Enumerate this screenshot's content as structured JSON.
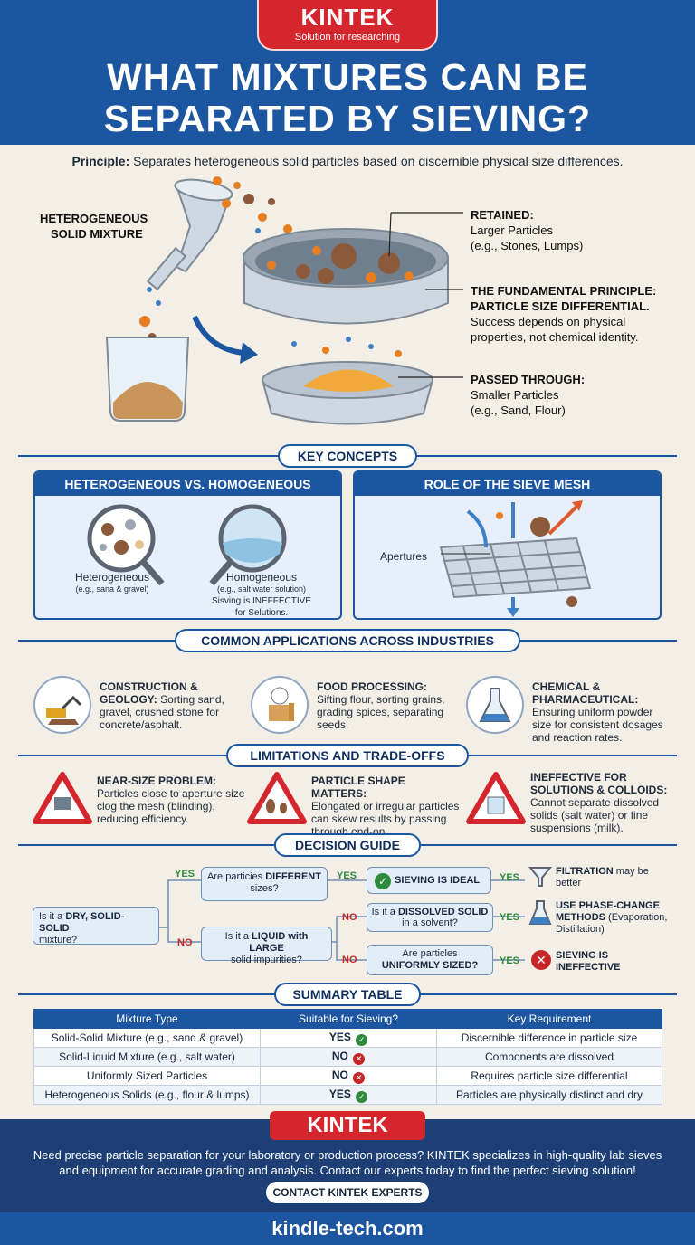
{
  "brand": {
    "name": "KINTEK",
    "tagline": "Solution for researching"
  },
  "title": {
    "line1": "WHAT MIXTURES CAN BE",
    "line2": "SEPARATED BY SIEVING?"
  },
  "principle": {
    "label": "Principle:",
    "text": " Separates heterogeneous solid particles based on discernible physical size differences."
  },
  "hero": {
    "mixture_label_1": "HETEROGENEOUS",
    "mixture_label_2": "SOLID MIXTURE",
    "retained_title": "RETAINED:",
    "retained_line1": "Larger Particles",
    "retained_line2": "(e.g., Stones, Lumps)",
    "principle_title1": "THE FUNDAMENTAL PRINCIPLE:",
    "principle_title2": "PARTICLE SIZE DIFFERENTIAL.",
    "principle_line1": "Success depends on physical",
    "principle_line2": "properties, not chemical identity.",
    "passed_title": "PASSED THROUGH:",
    "passed_line1": "Smaller Particles",
    "passed_line2": "(e.g., Sand, Flour)"
  },
  "key_concepts": {
    "heading": "KEY CONCEPTS",
    "box1": {
      "title": "HETEROGENEOUS VS. HOMOGENEOUS",
      "hetero_label": "Heterogeneous",
      "hetero_example": "(e.g., sana & gravel)",
      "homo_label": "Homogeneous",
      "homo_example": "(e.g., salt water solution)",
      "homo_note1": "Sisving is INEFFECTIVE",
      "homo_note2": "for Selutions."
    },
    "box2": {
      "title": "ROLE OF THE SIEVE MESH",
      "apertures": "Apertures"
    }
  },
  "applications": {
    "heading": "COMMON APPLICATIONS ACROSS INDUSTRIES",
    "items": [
      {
        "title": "CONSTRUCTION &",
        "title2": "GEOLOGY:",
        "text": " Sorting sand, gravel, crushed stone for concrete/asphalt."
      },
      {
        "title": "FOOD PROCESSING:",
        "text": "Sifting flour, sorting grains, grading spices, separating seeds."
      },
      {
        "title": "CHEMICAL &",
        "title2": "PHARMACEUTICAL:",
        "text": "Ensuring uniform powder size for consistent dosages and reaction rates."
      }
    ]
  },
  "limitations": {
    "heading": "LIMITATIONS AND TRADE-OFFS",
    "items": [
      {
        "title": "NEAR-SIZE PROBLEM:",
        "text": "Particles close to aperture size clog the mesh (blinding), reducing efficiency."
      },
      {
        "title": "PARTICLE SHAPE MATTERS:",
        "text": "Elongated or irregular particles can skew results by passing through end-on."
      },
      {
        "title": "INEFFECTIVE FOR SOLUTIONS & COLLOIDS:",
        "text": "Cannot separate dissolved solids (salt water) or fine suspensions (milk)."
      }
    ]
  },
  "decision": {
    "heading": "DECISION GUIDE",
    "start_a": "Is it a ",
    "start_b": "DRY, SOLID-SOLID",
    "start_c": "mixture?",
    "q_diff_a": "Are particies ",
    "q_diff_b": "DIFFERENT",
    "q_diff_c": "sizes?",
    "ideal": "SIEVING IS IDEAL",
    "filtration_a": "FILTRATION",
    "filtration_b": " may be better",
    "q_liquid_a": "Is it a ",
    "q_liquid_b": "LIQUID with LARGE",
    "q_liquid_c": "solid impurities?",
    "q_dissolved_a": "Is it a ",
    "q_dissolved_b": "DISSOLVED SOLID",
    "q_dissolved_c": "in a solvent?",
    "phase_a": "USE PHASE-CHANGE METHODS",
    "phase_b": " (Evaporation, Distillation)",
    "q_uniform_a": "Are particles",
    "q_uniform_b": "UNIFORMLY SIZED?",
    "ineffective": "SIEVING IS INEFFECTIVE",
    "yes": "YES",
    "no": "NO"
  },
  "summary": {
    "heading": "SUMMARY TABLE",
    "columns": [
      "Mixture Type",
      "Suitable for Sieving?",
      "Key Requirement"
    ],
    "rows": [
      {
        "type": "Solid-Solid Mixture (e.g., sand & gravel)",
        "suitable": "YES",
        "req": "Discernible difference in particle size"
      },
      {
        "type": "Solid-Liquid Mixture (e.g., salt water)",
        "suitable": "NO",
        "req": "Components are dissolved"
      },
      {
        "type": "Uniformly Sized Particles",
        "suitable": "NO",
        "req": "Requires particle size differential"
      },
      {
        "type": "Heterogeneous Solids (e.g., flour & lumps)",
        "suitable": "YES",
        "req": "Particles are physically distinct and dry"
      }
    ]
  },
  "footer": {
    "brand": "KINTEK",
    "text": "Need precise particle separation for your laboratory or production process? KINTEK specializes in high-quality lab sieves and equipment for accurate grading and analysis. Contact our experts today to find the perfect sieving solution!",
    "cta": "CONTACT KINTEK EXPERTS",
    "url": "kindle-tech.com"
  },
  "colors": {
    "primary": "#1d56a0",
    "accent": "#d6262d",
    "success": "#2e8b3e",
    "background": "#f3efe6"
  }
}
